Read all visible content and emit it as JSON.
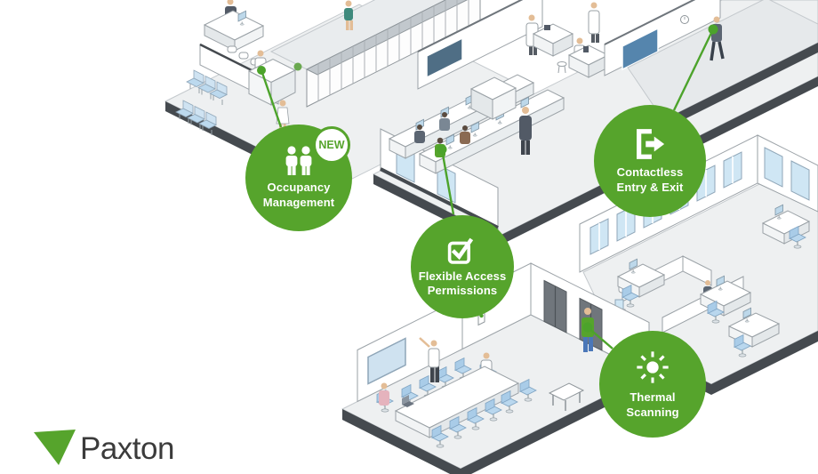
{
  "badges": [
    {
      "id": "occupancy-management",
      "tag": "NEW",
      "icon": "people-icon",
      "lines": [
        "Occupancy",
        "Management"
      ]
    },
    {
      "id": "contactless-entry-exit",
      "icon": "exit-arrow-icon",
      "lines": [
        "Contactless",
        "Entry & Exit"
      ]
    },
    {
      "id": "flexible-access-permissions",
      "icon": "checkmark-box-icon",
      "lines": [
        "Flexible Access",
        "Permissions"
      ]
    },
    {
      "id": "thermal-scanning",
      "icon": "sun-rays-icon",
      "lines": [
        "Thermal",
        "Scanning"
      ]
    }
  ],
  "logo": {
    "text": "Paxton"
  },
  "colors": {
    "brand_green": "#56A42C",
    "connector_green": "#4CA32B",
    "logo_text_gray": "#3B3B3B",
    "window_blue": "#CFE6F4",
    "floor_gray": "#EEF0F1",
    "plinth_dark": "#454A4F"
  }
}
